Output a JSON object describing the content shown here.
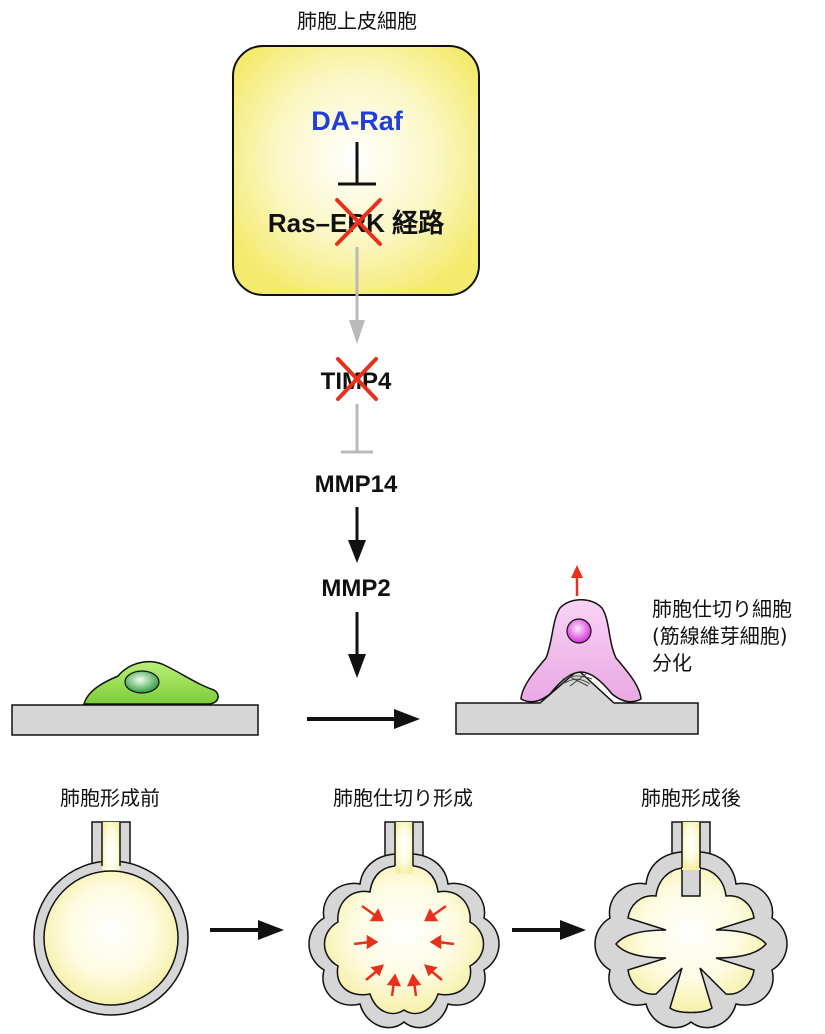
{
  "cell_box_title": "肺胞上皮細胞",
  "da_raf": "DA-Raf",
  "ras_erk_text": "Ras–ERK 経路",
  "timp4": "TIMP4",
  "mmp14": "MMP14",
  "mmp2": "MMP2",
  "myofibroblast": {
    "line1": "肺胞仕切り細胞",
    "line2": "(筋線維芽細胞)",
    "line3": "分化"
  },
  "stages": {
    "before": "肺胞形成前",
    "septum": "肺胞仕切り形成",
    "after": "肺胞形成後"
  },
  "colors": {
    "box_fill": "#f7f07a",
    "box_border": "#111111",
    "da_raf_text": "#1f3fd8",
    "cross": "#e8301c",
    "red_arrow": "#e8301c",
    "gray_arrow": "#b9b9b9",
    "membrane_gray": "#d4d4d4",
    "cell_green": "#8fd84a",
    "cell_pink": "#efb8ea",
    "nucleus_magenta": "#e04fe0"
  }
}
